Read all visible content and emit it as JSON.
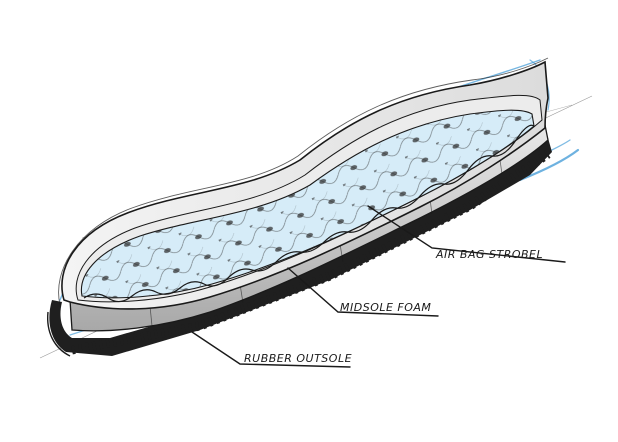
{
  "diagram": {
    "labels": {
      "strobel": "AIR BAG STROBEL",
      "midsole": "MIDSOLE FOAM",
      "outsole": "RUBBER OUTSOLE"
    },
    "colors": {
      "ink": "#1a1a1a",
      "blue_accent": "#4a9fd8",
      "light_blue_fill": "#d6ecf8",
      "gray_wall": "#bdbdbd",
      "background": "#ffffff"
    }
  }
}
